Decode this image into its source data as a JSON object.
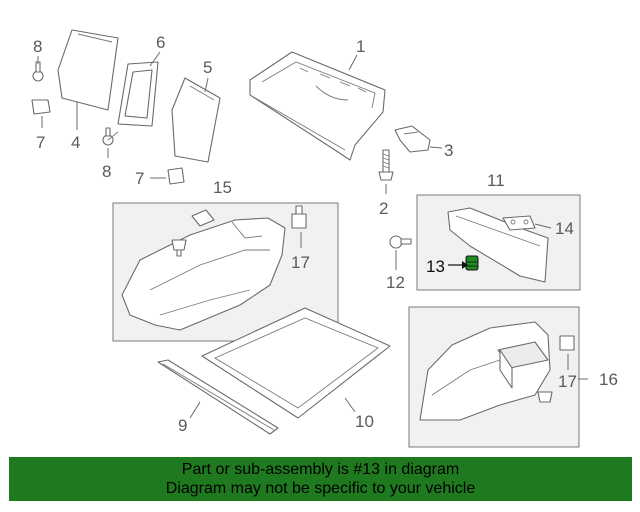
{
  "callouts": {
    "c1": "1",
    "c2": "2",
    "c3": "3",
    "c4": "4",
    "c5": "5",
    "c6": "6",
    "c7a": "7",
    "c7b": "7",
    "c8a": "8",
    "c8b": "8",
    "c9": "9",
    "c10": "10",
    "c11": "11",
    "c12": "12",
    "c13": "13",
    "c14": "14",
    "c15": "15",
    "c16": "16",
    "c17a": "17",
    "c17b": "17"
  },
  "highlighted_part": "13",
  "banner": {
    "line1": "Part or sub-assembly is #13 in diagram",
    "line2": "Diagram may not be specific to your vehicle",
    "color": "#1f7a1f"
  }
}
